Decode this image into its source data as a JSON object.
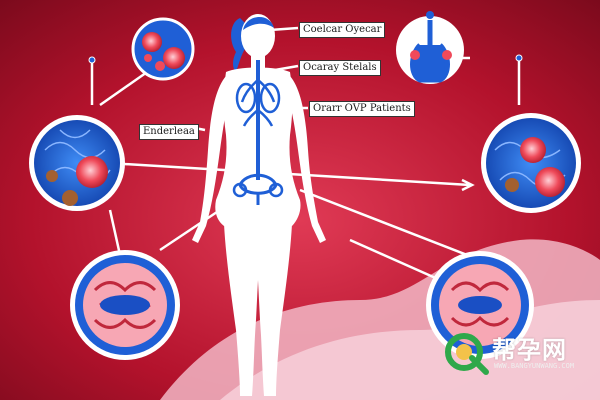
{
  "labels": {
    "top": "Coelcar Oyecar",
    "middle": "Ocaray Stelals",
    "lower": "Orarr OVP Patients",
    "left": "Enderleaa"
  },
  "watermark": {
    "text": "帮孕网",
    "subtext": "WWW.BANGYUNWANG.COM"
  },
  "colors": {
    "background": "#b3122c",
    "organ_blue": "#1f5fd6",
    "cell_red": "#e83a4a",
    "figure": "#ffffff"
  }
}
